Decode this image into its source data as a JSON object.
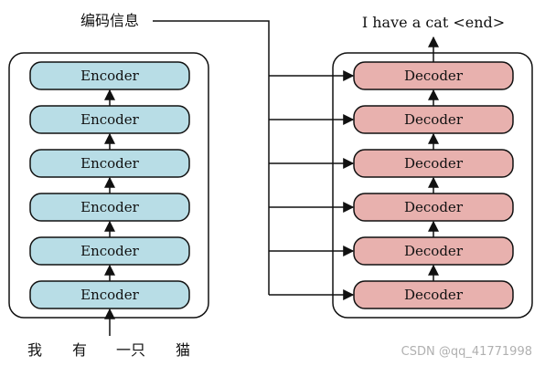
{
  "encoder_label": "编码信息",
  "output_text": "I have a cat <end>",
  "input_tokens": [
    "我",
    "有",
    "一只",
    "猫"
  ],
  "encoder": {
    "block_label": "Encoder",
    "block_count": 6,
    "fill": "#b8dde6"
  },
  "decoder": {
    "block_label": "Decoder",
    "block_count": 6,
    "fill": "#e8b1ae"
  },
  "watermark": "CSDN @qq_41771998"
}
